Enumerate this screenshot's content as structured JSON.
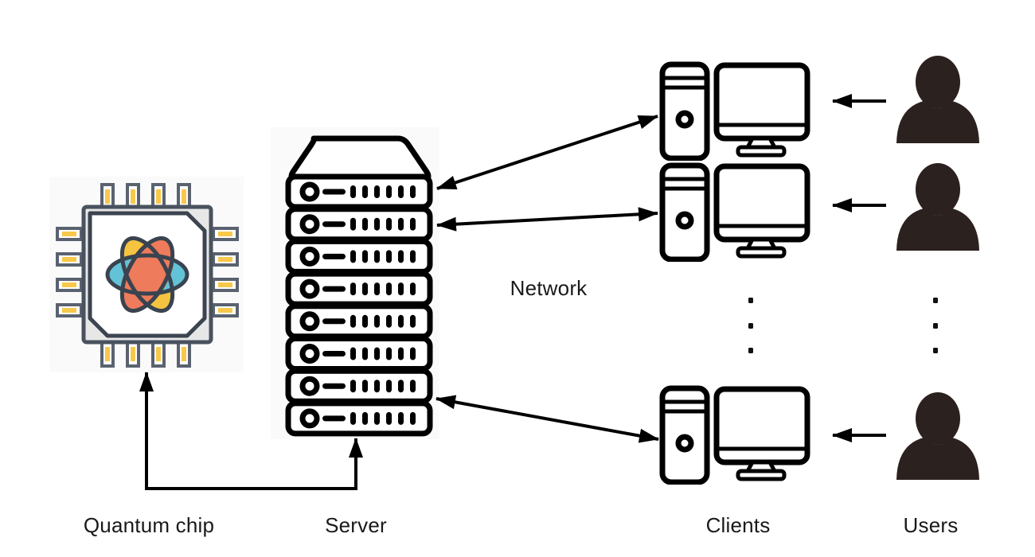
{
  "labels": {
    "quantum_chip": "Quantum chip",
    "server": "Server",
    "network": "Network",
    "clients": "Clients",
    "users": "Users"
  },
  "colors": {
    "background": "#ffffff",
    "line": "#000000",
    "text": "#191919",
    "user_silhouette": "#2b211e",
    "chip_body": "#e7e7e7",
    "chip_outline": "#49525e",
    "chip_inner_outline": "#3c4450",
    "pin_gold": "#f8c84b",
    "atom_yellow": "#f4c441",
    "atom_orange": "#ee7b5b",
    "atom_blue": "#62c3d6"
  },
  "structure": {
    "server_units": 8,
    "clients_shown": 3,
    "users_shown": 3,
    "ellipsis_dots_per_column": 3
  }
}
